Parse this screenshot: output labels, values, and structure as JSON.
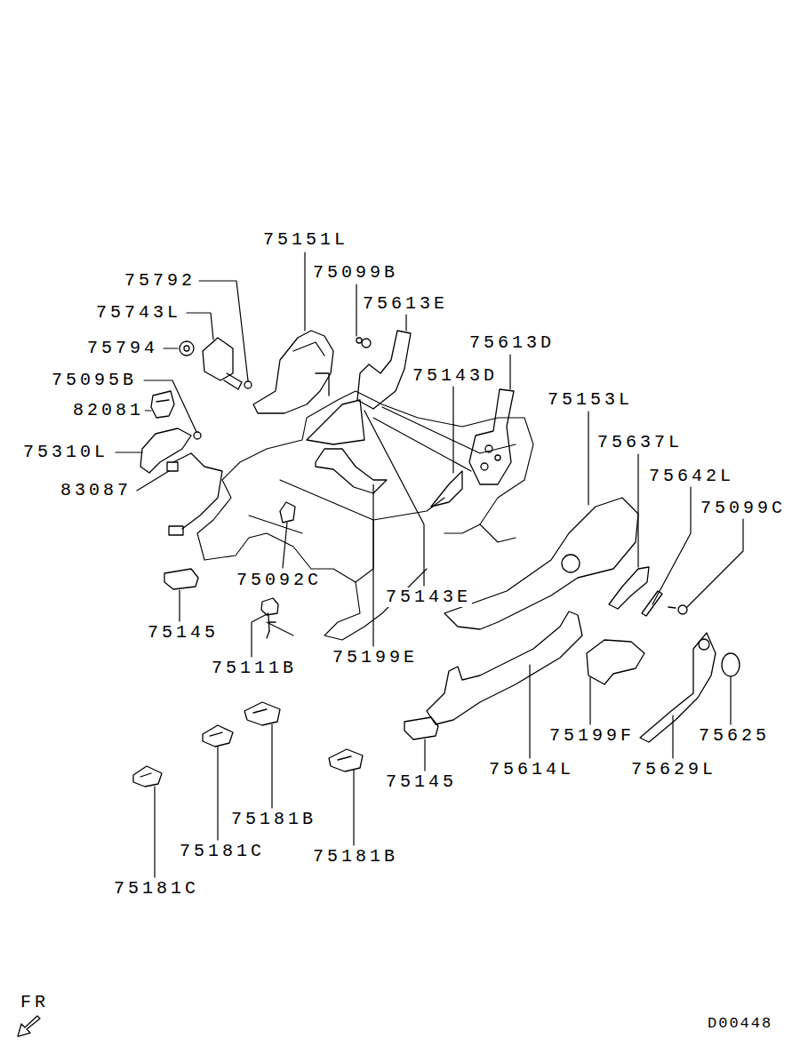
{
  "diagram": {
    "labels": [
      "75151L",
      "75099B",
      "75792",
      "75613E",
      "75743L",
      "75613D",
      "75794",
      "75143D",
      "75095B",
      "75153L",
      "82081",
      "75637L",
      "75310L",
      "75642L",
      "83087",
      "75099C",
      "75092C",
      "75143E",
      "75145",
      "75199E",
      "75111B",
      "75199F",
      "75625",
      "75614L",
      "75629L",
      "75145",
      "75181B",
      "75181B",
      "75181C",
      "75181C",
      "FR",
      "D00448"
    ]
  }
}
